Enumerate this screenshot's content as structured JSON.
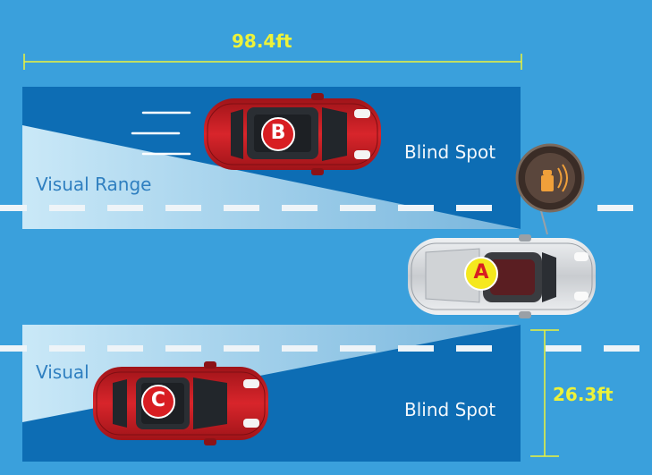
{
  "measurements": {
    "length": "98.4ft",
    "width": "26.3ft"
  },
  "zones": {
    "blind_spot_top": "Blind Spot",
    "blind_spot_bottom": "Blind Spot",
    "visual_range_top": "Visual Range",
    "visual_range_bottom": "Visual"
  },
  "cars": {
    "a": "A",
    "b": "B",
    "c": "C"
  },
  "colors": {
    "background": "#3aa0dc",
    "blind_zone": "#0d6db4",
    "visual_zone": "#bfe6f8",
    "measure": "#ecf23a",
    "badge_red": "#d81e22",
    "badge_yellow": "#f5e81e",
    "car_red": "#c81d22",
    "car_silver": "#d9dbde"
  }
}
